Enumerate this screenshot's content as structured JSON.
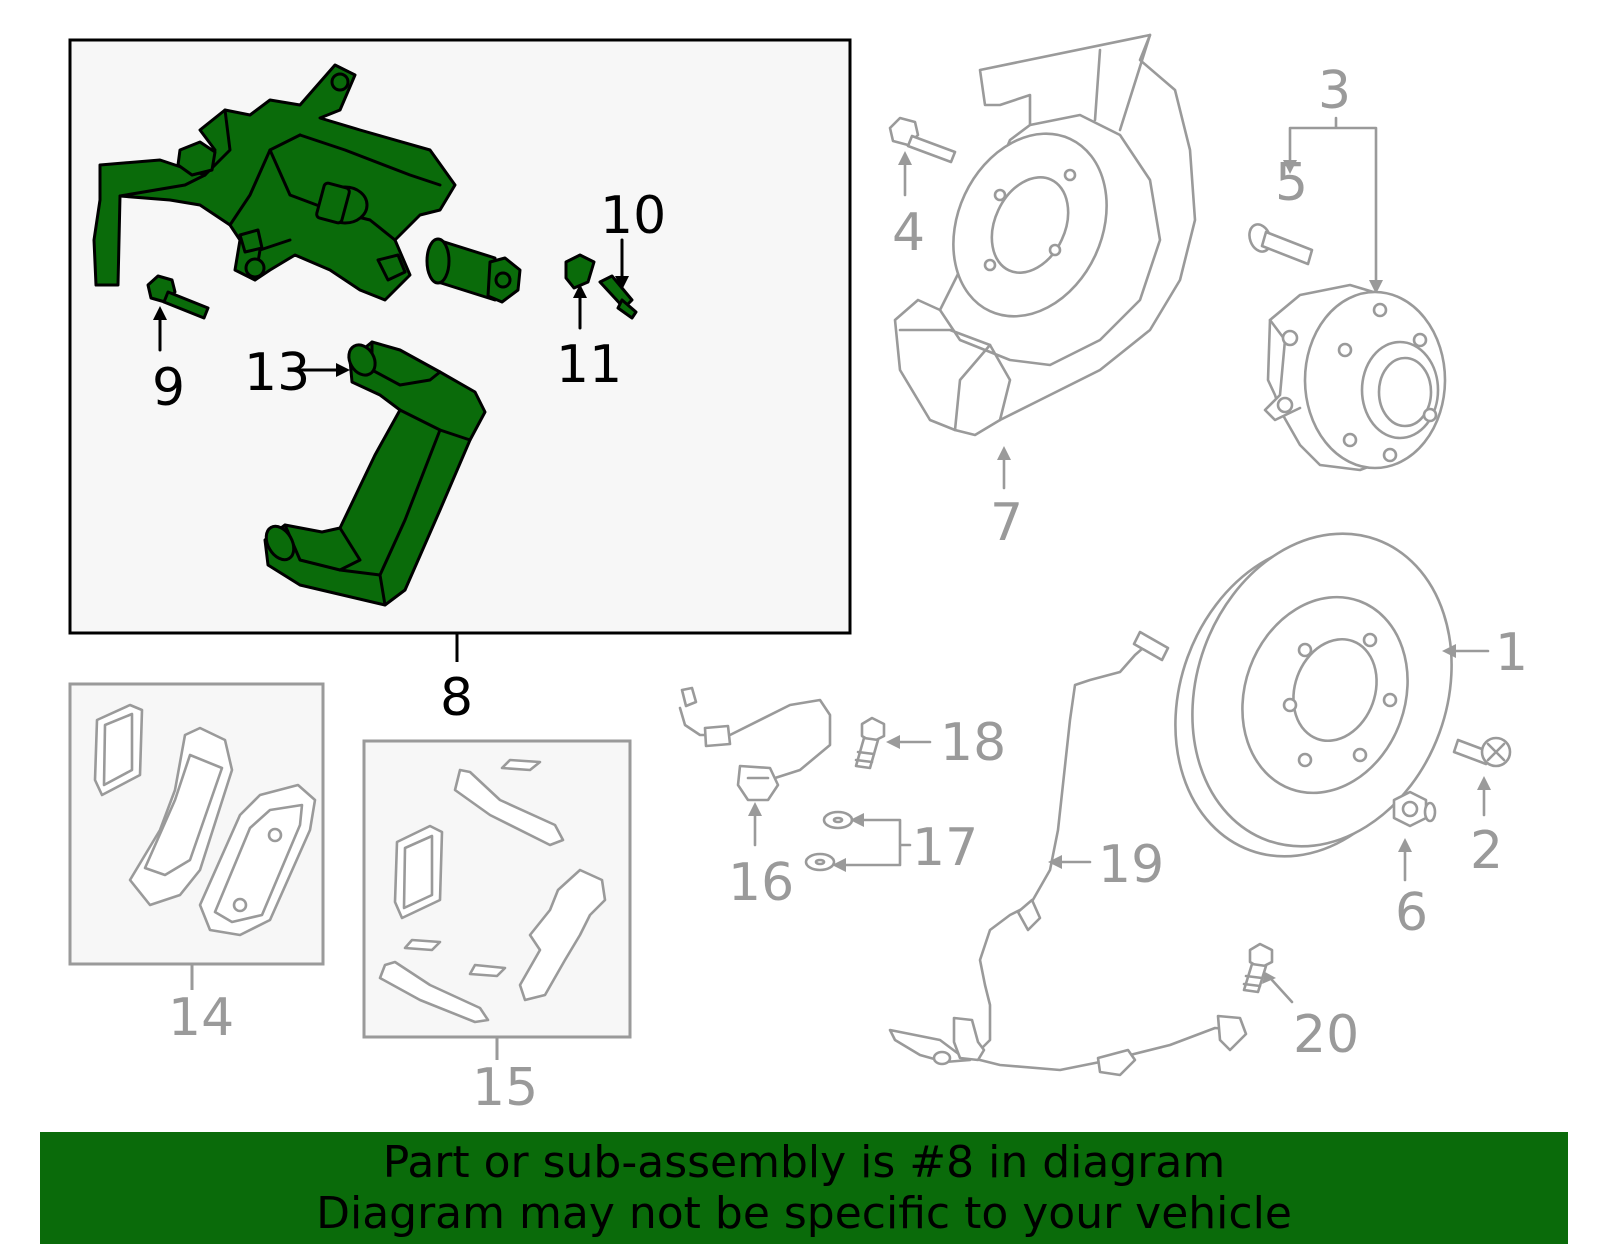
{
  "callouts": {
    "c1": "1",
    "c2": "2",
    "c3": "3",
    "c4": "4",
    "c5": "5",
    "c6": "6",
    "c7": "7",
    "c8": "8",
    "c9": "9",
    "c10": "10",
    "c11": "11",
    "c13": "13",
    "c14": "14",
    "c15": "15",
    "c16": "16",
    "c17": "17",
    "c18": "18",
    "c19": "19",
    "c20": "20"
  },
  "highlighted_part": "8",
  "colors": {
    "highlight": "#0a6b0a",
    "muted": "#9a9a9a",
    "assembly_box_bg": "#f7f7f7",
    "banner_bg": "#0a6b0a"
  },
  "banner": {
    "line1": "Part or sub-assembly is #8 in diagram",
    "line2": "Diagram may not be specific to your vehicle"
  }
}
